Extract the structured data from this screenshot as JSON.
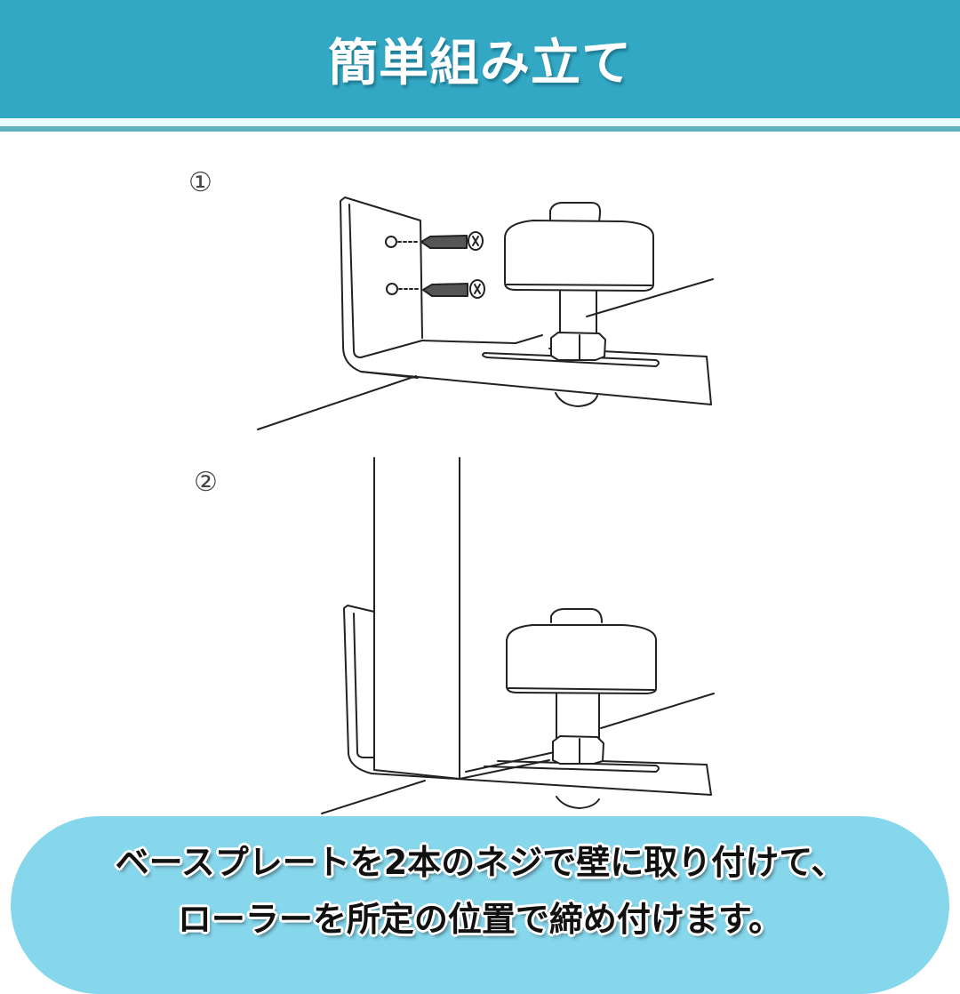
{
  "header": {
    "title": "簡単組み立て",
    "bg_color": "#33a8c4"
  },
  "steps": [
    {
      "number": "①",
      "description": "Base plate attached to wall with two screws, roller mounted on slot"
    },
    {
      "number": "②",
      "description": "Door panel inside L-bracket, roller tightened at position"
    }
  ],
  "caption": {
    "line1": "ベースプレートを2本のネジで壁に取り付けて、",
    "line2": "ローラーを所定の位置で締め付けます。",
    "bg_color": "#86d7ec"
  }
}
